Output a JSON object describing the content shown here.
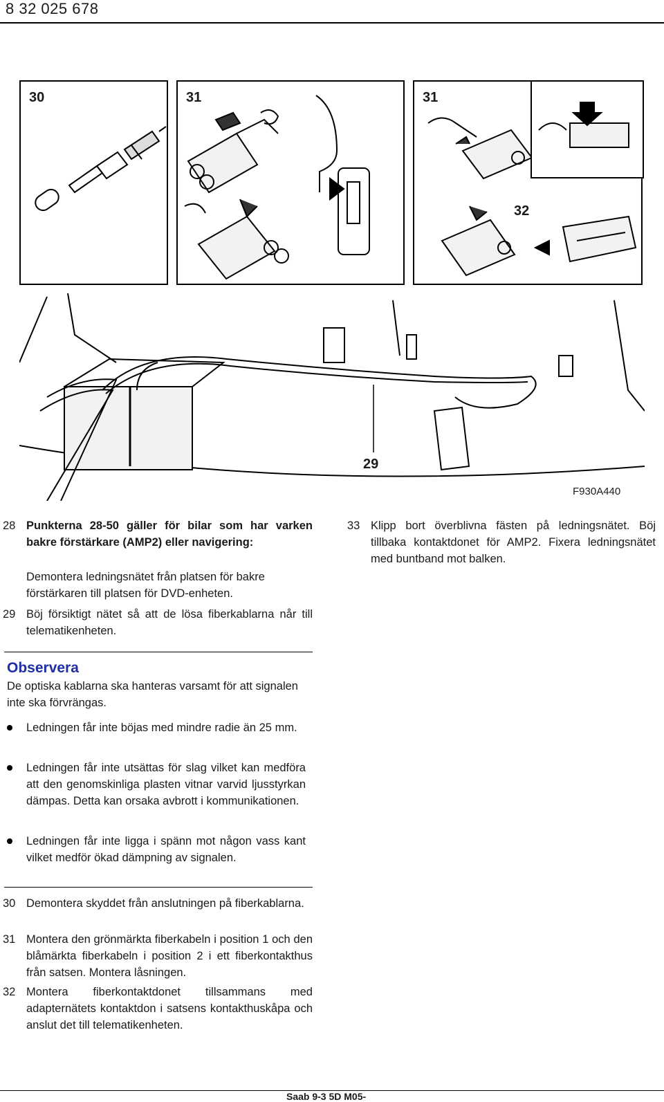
{
  "header": {
    "page_and_doc": "8   32 025 678"
  },
  "figure": {
    "panel_labels": [
      "30",
      "31",
      "31",
      "32"
    ],
    "overview_label": "29",
    "figure_code": "F930A440"
  },
  "left_column": {
    "steps_top": [
      {
        "num": "28",
        "text": "Punkterna 28-50 gäller för bilar som har varken bakre förstärkare (AMP2) eller navigering:"
      },
      {
        "num": "",
        "text": "Demontera ledningsnätet från platsen för bakre förstärkaren till platsen för DVD-enheten."
      },
      {
        "num": "29",
        "text": "Böj försiktigt nätet så att de lösa fiberkablarna når till telematikenheten."
      }
    ],
    "note": {
      "title": "Observera",
      "intro": "De optiska kablarna ska hanteras varsamt för att signalen inte ska förvrängas.",
      "bullets": [
        "Ledningen får inte böjas med mindre radie än 25 mm.",
        "Ledningen får inte utsättas för slag vilket kan medföra att den genomskinliga plasten vitnar varvid ljusstyrkan dämpas. Detta kan orsaka avbrott i kommunikationen.",
        "Ledningen får inte ligga i spänn mot någon vass kant vilket medför ökad dämpning av signalen."
      ]
    },
    "steps_bottom": [
      {
        "num": "30",
        "text": "Demontera skyddet från anslutningen på fiberkablarna."
      },
      {
        "num": "31",
        "text": "Montera den grönmärkta fiberkabeln i position 1 och den blåmärkta fiberkabeln i position 2 i ett fiberkontakthus från satsen. Montera låsningen."
      },
      {
        "num": "32",
        "text": "Montera fiberkontaktdonet tillsammans med adapternätets kontaktdon i satsens kontakthuskåpa och anslut det till telematikenheten."
      }
    ]
  },
  "right_column": {
    "step": {
      "num": "33",
      "text": "Klipp bort överblivna fästen på ledningsnätet. Böj tillbaka kontaktdonet för AMP2. Fixera ledningsnätet med buntband mot balken."
    }
  },
  "footer": {
    "text": "Saab 9-3 5D M05-"
  }
}
